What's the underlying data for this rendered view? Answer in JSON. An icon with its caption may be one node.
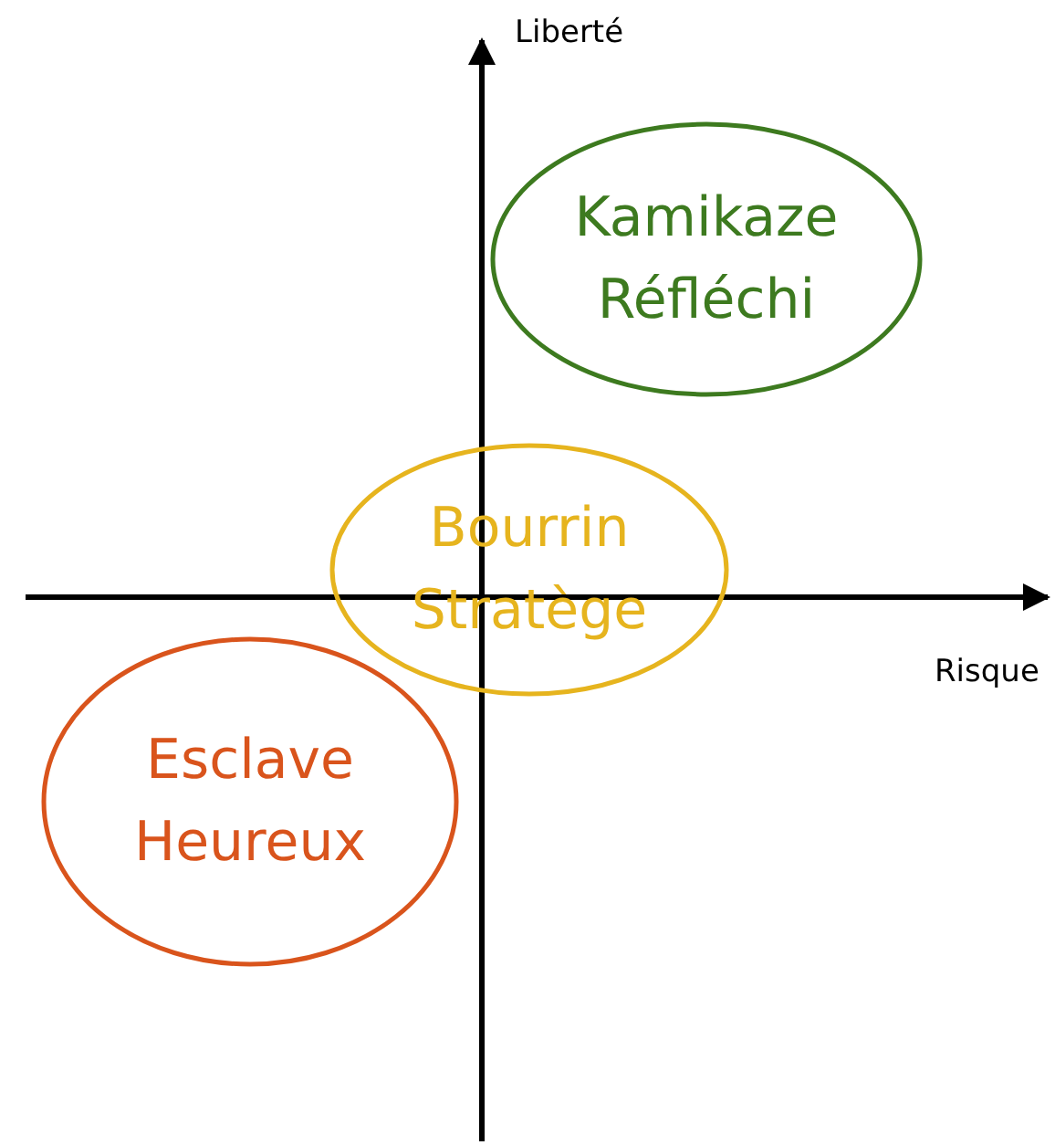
{
  "diagram": {
    "nodes": [
      {
        "text": [
          "Kamikaze Réfléchi"
        ]
      },
      {
        "text": [
          "Bourrin Stratège"
        ]
      },
      {
        "text": [
          "Esclave Heureux"
        ]
      }
    ],
    "labels": [
      "Liberté",
      "Risque"
    ]
  }
}
